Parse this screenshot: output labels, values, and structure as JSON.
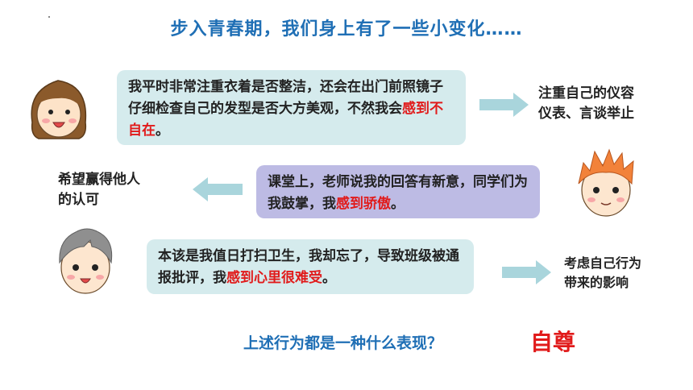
{
  "title": "步入青春期，我们身上有了一些小变化……",
  "bubbles": [
    {
      "text_pre": "我平时非常注重衣着是否整洁，还会在出门前照镜子仔细检查自己的发型是否大方美观，不然我会",
      "highlight": "感到不自在",
      "text_post": "。"
    },
    {
      "text_pre": "课堂上，老师说我的回答有新意，同学们为我鼓掌，我",
      "highlight": "感到骄傲",
      "text_post": "。"
    },
    {
      "text_pre": "本该是我值日打扫卫生，我却忘了，导致班级被通报批评，我",
      "highlight": "感到心里很难受",
      "text_post": "。"
    }
  ],
  "notes": [
    {
      "line1": "注重自己的仪容",
      "line2": "仪表、言谈举止"
    },
    {
      "line1": "希望赢得他人",
      "line2": "的认可"
    },
    {
      "line1": "考虑自己行为",
      "line2": "带来的影响"
    }
  ],
  "question": "上述行为都是一种什么表现？",
  "answer": "自尊",
  "colors": {
    "title": "#1f6fb5",
    "highlight": "#e11b1b",
    "bubble_teal": "#d5ebed",
    "bubble_purple": "#bdbbe4",
    "arrow": "#a9d5dc"
  }
}
